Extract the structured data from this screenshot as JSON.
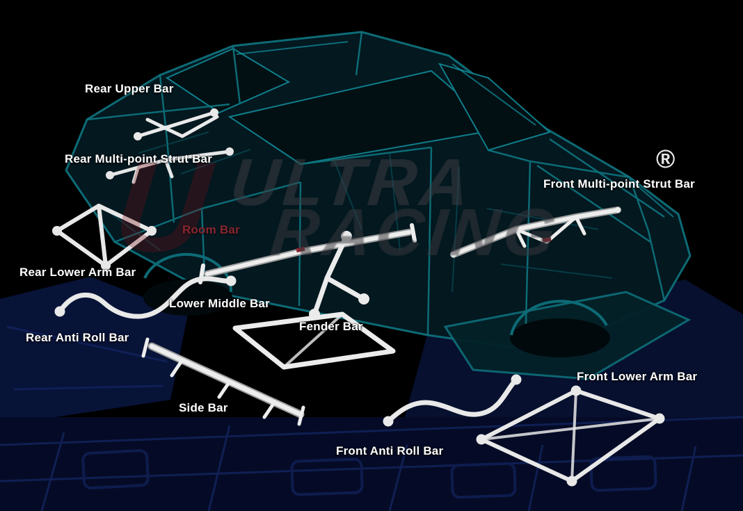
{
  "scene": {
    "description": "Chassis strengthening bars diagram over a stripped car body shell",
    "background_color": "#000000",
    "car_frame_color": "#0d6b76",
    "car_highlight_color": "#16a7b5",
    "bar_color": "#ededed",
    "chassis_platform_color": "#081338",
    "label_color": "#ffffff",
    "room_bar_label_color": "#8a2630"
  },
  "watermark": {
    "emblem": "U",
    "line1": "ULTRA",
    "line2": "RACING",
    "registered": "®"
  },
  "labels": [
    {
      "id": "rear-upper-bar",
      "text": "Rear Upper Bar"
    },
    {
      "id": "rear-multi-point-strut-bar",
      "text": "Rear Multi-point Strut Bar"
    },
    {
      "id": "room-bar",
      "text": "Room Bar"
    },
    {
      "id": "rear-lower-arm-bar",
      "text": "Rear Lower Arm Bar"
    },
    {
      "id": "lower-middle-bar",
      "text": "Lower Middle Bar"
    },
    {
      "id": "rear-anti-roll-bar",
      "text": "Rear Anti Roll Bar"
    },
    {
      "id": "fender-bar",
      "text": "Fender Bar"
    },
    {
      "id": "side-bar",
      "text": "Side Bar"
    },
    {
      "id": "front-anti-roll-bar",
      "text": "Front Anti Roll Bar"
    },
    {
      "id": "front-multi-point-strut-bar",
      "text": "Front Multi-point Strut Bar"
    },
    {
      "id": "front-lower-arm-bar",
      "text": "Front Lower Arm Bar"
    }
  ]
}
